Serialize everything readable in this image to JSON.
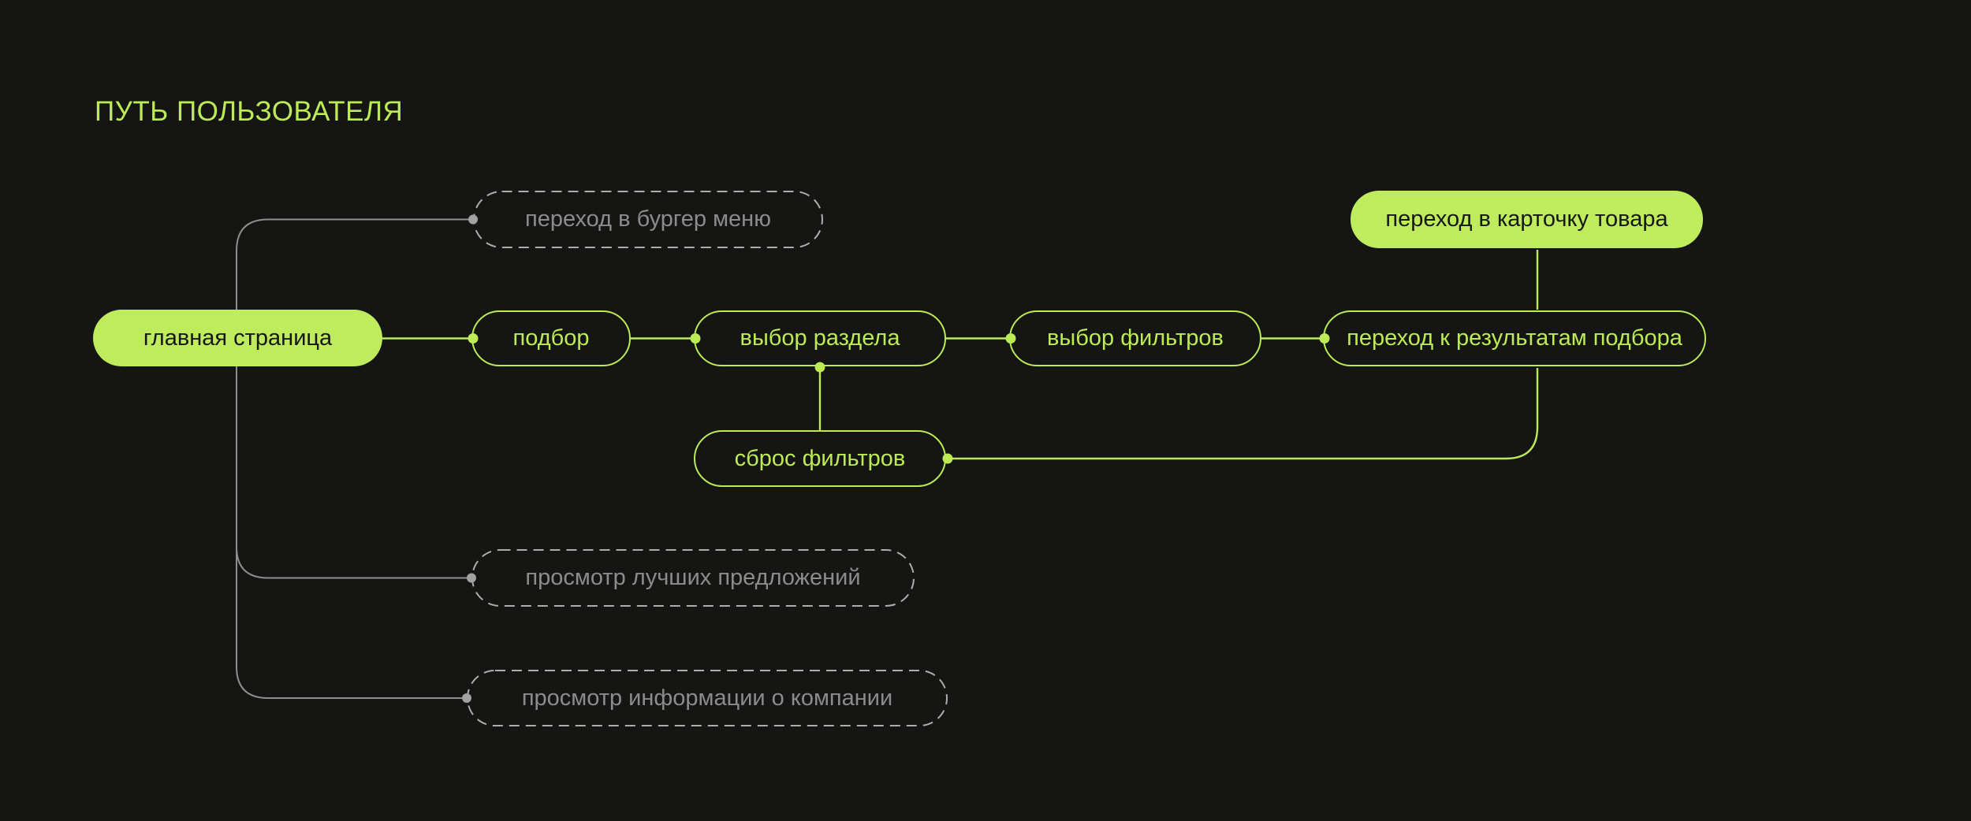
{
  "title": "ПУТЬ ПОЛЬЗОВАТЕЛЯ",
  "colors": {
    "background": "#151514",
    "accent": "#BCEB55",
    "accent_fill": "#BEEC5C",
    "dark_text": "#171717",
    "line_gray": "#8E8E8E",
    "dash_gray": "#ADADAD",
    "muted_text": "#8C8C8C"
  },
  "nodes": {
    "main": {
      "label": "главная страница",
      "style": "filled"
    },
    "burger": {
      "label": "переход в бургер меню",
      "style": "dashed"
    },
    "podbor": {
      "label": "подбор",
      "style": "outlined"
    },
    "razdel": {
      "label": "выбор раздела",
      "style": "outlined"
    },
    "filters": {
      "label": "выбор фильтров",
      "style": "outlined"
    },
    "results": {
      "label": "переход к результатам подбора",
      "style": "outlined"
    },
    "card": {
      "label": "переход в карточку товара",
      "style": "filled"
    },
    "reset": {
      "label": "сброс фильтров",
      "style": "outlined"
    },
    "best": {
      "label": "просмотр лучших предложений",
      "style": "dashed"
    },
    "about": {
      "label": "просмотр информации о компании",
      "style": "dashed"
    }
  }
}
